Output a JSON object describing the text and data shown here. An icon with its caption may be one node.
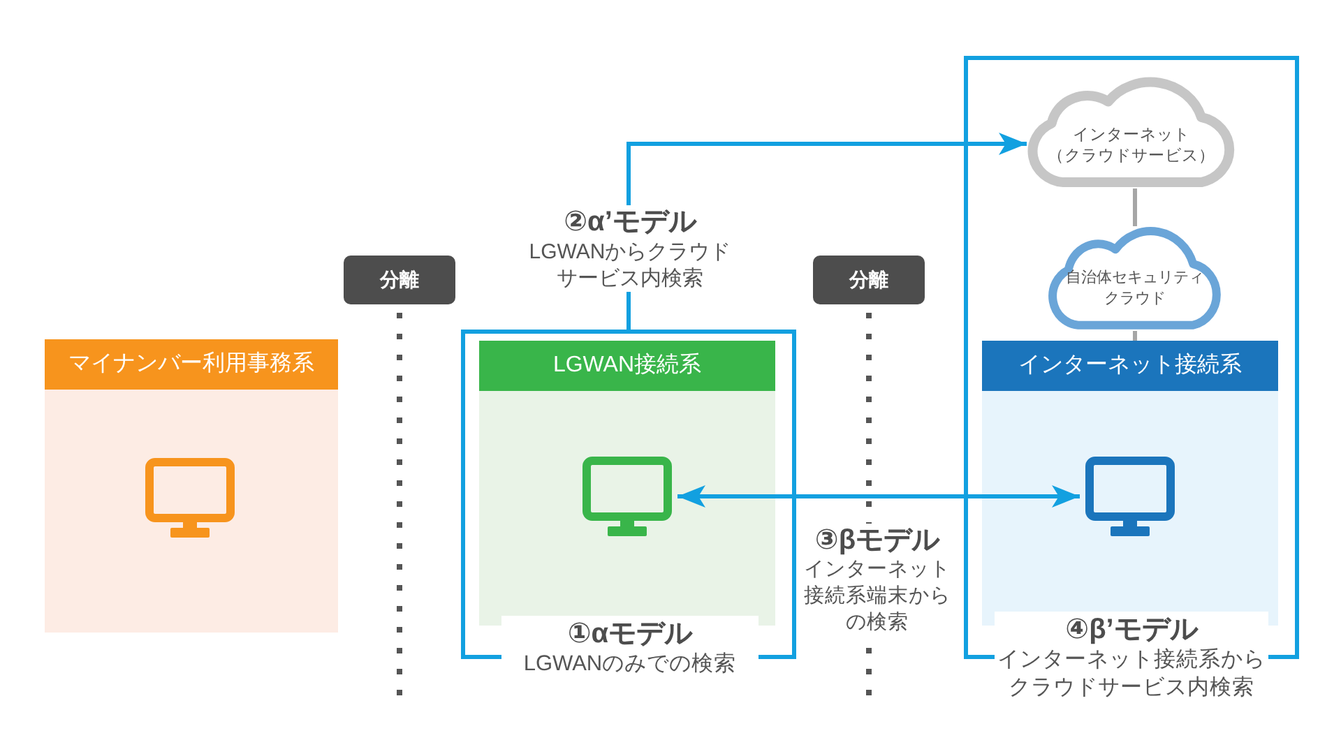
{
  "diagram": {
    "nodes": [
      {
        "text": [
          "マイナンバー利用事務系"
        ]
      },
      {
        "text": [],
        "shape": "monitor",
        "in": 0
      },
      {
        "text": [
          "分離"
        ]
      },
      {
        "text": [
          "①αモデル",
          "LGWANのみでの検索"
        ]
      },
      {
        "text": [
          "LGWAN接続系"
        ],
        "in": 3
      },
      {
        "text": [],
        "shape": "monitor",
        "in": 4
      },
      {
        "text": [
          "分離"
        ]
      },
      {
        "text": [
          "④β’モデル",
          "インターネット接続系からクラウドサービス内検索"
        ]
      },
      {
        "text": [
          "インターネット（クラウドサービス）"
        ],
        "in": 7
      },
      {
        "text": [
          "自治体セキュリティクラウド"
        ],
        "in": 7
      },
      {
        "text": [
          "インターネット接続系"
        ],
        "in": 7
      },
      {
        "text": [],
        "shape": "monitor",
        "in": 10
      }
    ],
    "edges": [
      {
        "from": 3,
        "to": 8,
        "arrow": "to",
        "label": "**②α’モデル**LGWANからクラウドサービス内検索"
      },
      {
        "from": 5,
        "to": 11,
        "arrow": "both",
        "label": "**③βモデル**インターネット接続系端末からの検索"
      },
      {
        "from": 8,
        "to": 9,
        "arrow": "none",
        "color": "#a6a6a6"
      },
      {
        "from": 9,
        "to": 10,
        "arrow": "none",
        "color": "#a6a6a6"
      }
    ]
  }
}
